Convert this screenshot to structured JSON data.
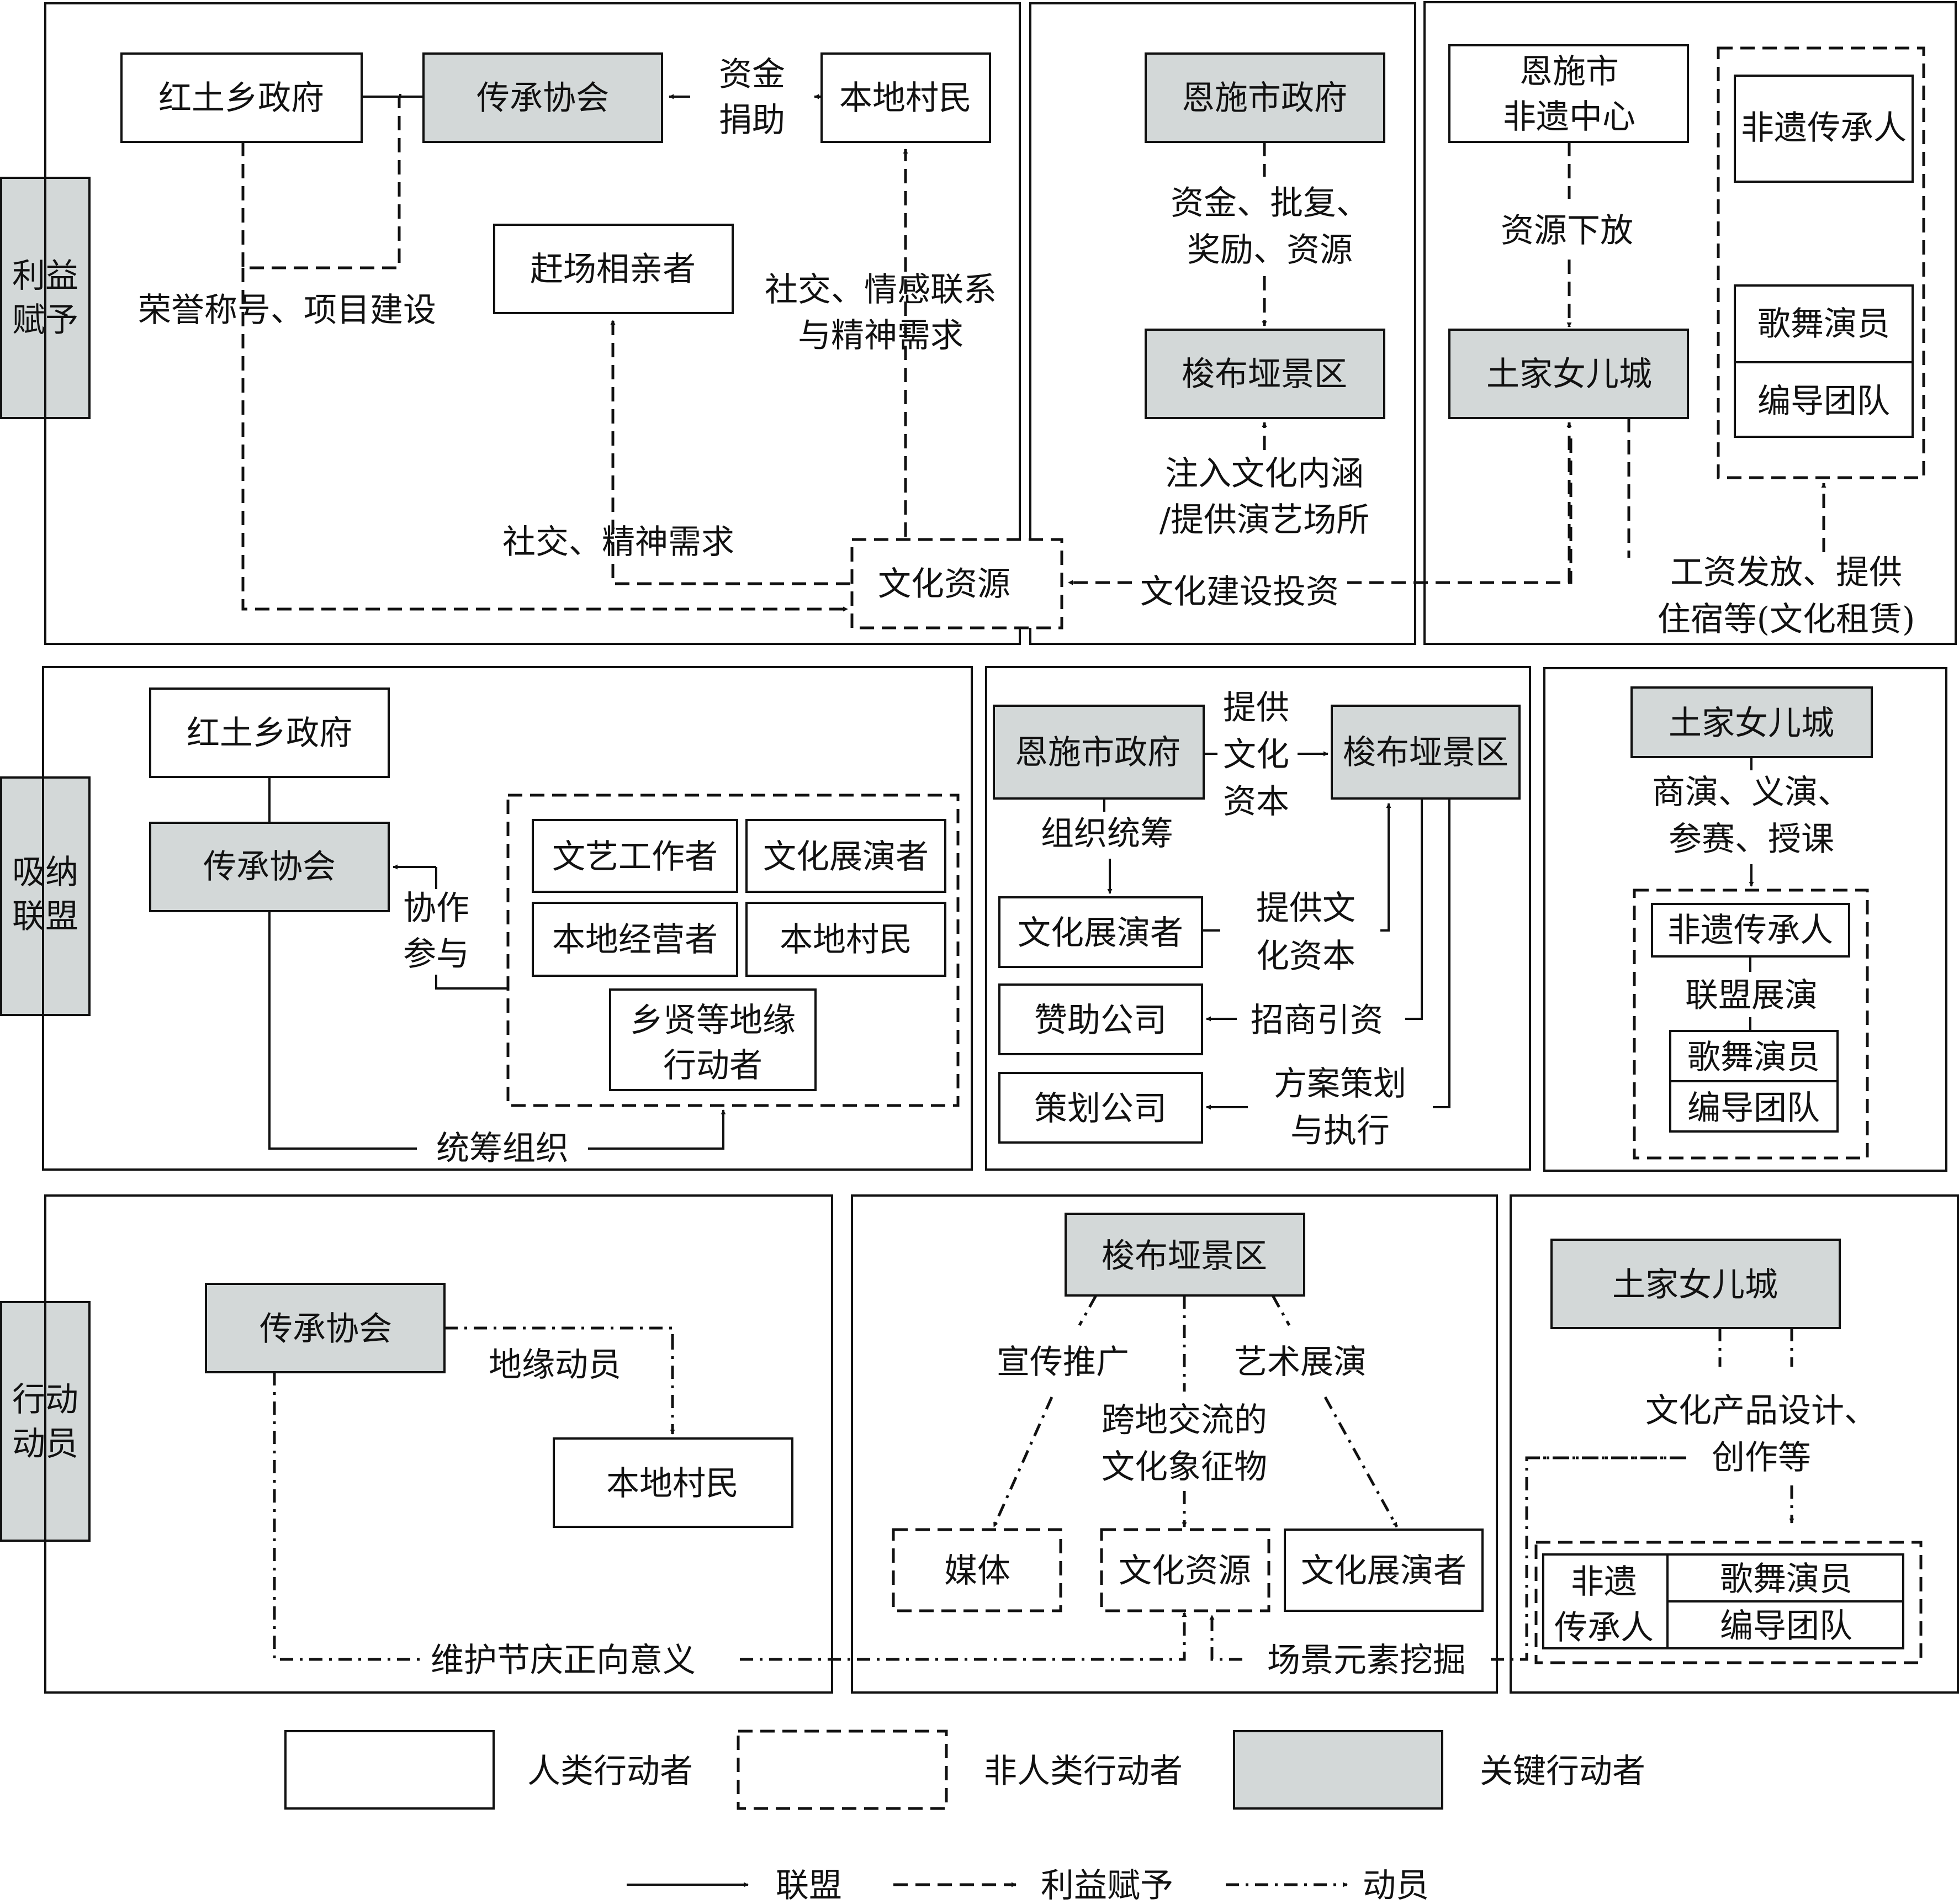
{
  "colors": {
    "key_fill": "#d3d8d8",
    "human_fill": "#ffffff",
    "stroke": "#111111"
  },
  "rows": {
    "r1": [
      "利益",
      "赋予"
    ],
    "r2": [
      "吸纳",
      "联盟"
    ],
    "r3": [
      "行动",
      "动员"
    ]
  },
  "p1": {
    "hongtu": "红土乡政府",
    "chuancheng": "传承协会",
    "cunmin": "本地村民",
    "zijin": [
      "资金",
      "捐助"
    ],
    "chang": "赶场相亲者",
    "rongyu": "荣誉称号、项目建设",
    "shejiao_qinggan": [
      "社交、情感联系",
      "与精神需求"
    ],
    "shejiao_jingshen": "社交、精神需求",
    "wenhua": "文化资源"
  },
  "p2": {
    "enshi": "恩施市政府",
    "zijin_pifu": [
      "资金、批复、",
      "奖励、资源"
    ],
    "suobu": "梭布垭景区",
    "zhuru": [
      "注入文化内涵",
      "/提供演艺场所"
    ],
    "touzi": "文化建设投资"
  },
  "p3": {
    "center": [
      "恩施市",
      "非遗中心"
    ],
    "xiafang": "资源下放",
    "tujia": "土家女儿城",
    "feiyi": "非遗传承人",
    "gewu": "歌舞演员",
    "biandao": "编导团队",
    "gongzi": [
      "工资发放、提供",
      "住宿等(文化租赁)"
    ]
  },
  "p4": {
    "hongtu": "红土乡政府",
    "chuancheng": "传承协会",
    "xiezuo": [
      "协作",
      "参与"
    ],
    "wenyi": "文艺工作者",
    "zhanyan": "文化展演者",
    "jingying": "本地经营者",
    "cunmin": "本地村民",
    "xiangxian": [
      "乡贤等地缘",
      "行动者"
    ],
    "tongchou": "统筹组织"
  },
  "p5": {
    "enshi": "恩施市政府",
    "tigong": [
      "提供",
      "文化",
      "资本"
    ],
    "suobu": "梭布垭景区",
    "zuzhi": "组织统筹",
    "zhanyan": "文化展演者",
    "tigong2": [
      "提供文",
      "化资本"
    ],
    "zanzhu": "赞助公司",
    "zhaoshang": "招商引资",
    "cehua": "策划公司",
    "fangan": [
      "方案策划",
      "与执行"
    ]
  },
  "p6": {
    "tujia": "土家女儿城",
    "shangyan": [
      "商演、义演、",
      "参赛、授课"
    ],
    "feiyi": "非遗传承人",
    "lianmeng": "联盟展演",
    "gewu": "歌舞演员",
    "biandao": "编导团队"
  },
  "p7": {
    "chuancheng": "传承协会",
    "diyuan": "地缘动员",
    "cunmin": "本地村民",
    "weihu": "维护节庆正向意义"
  },
  "p8": {
    "suobu": "梭布垭景区",
    "xuanchuan": "宣传推广",
    "yishu": "艺术展演",
    "kuadi": [
      "跨地交流的",
      "文化象征物"
    ],
    "meiti": "媒体",
    "wenhua": "文化资源",
    "zhanyan": "文化展演者",
    "changjing": "场景元素挖掘"
  },
  "p9": {
    "tujia": "土家女儿城",
    "chanpin": [
      "文化产品设计、",
      "创作等"
    ],
    "feiyi": [
      "非遗",
      "传承人"
    ],
    "gewu": "歌舞演员",
    "biandao": "编导团队"
  },
  "legend": {
    "human": "人类行动者",
    "nonhuman": "非人类行动者",
    "key": "关键行动者",
    "alliance": "联盟",
    "interest": "利益赋予",
    "mobilize": "动员"
  }
}
